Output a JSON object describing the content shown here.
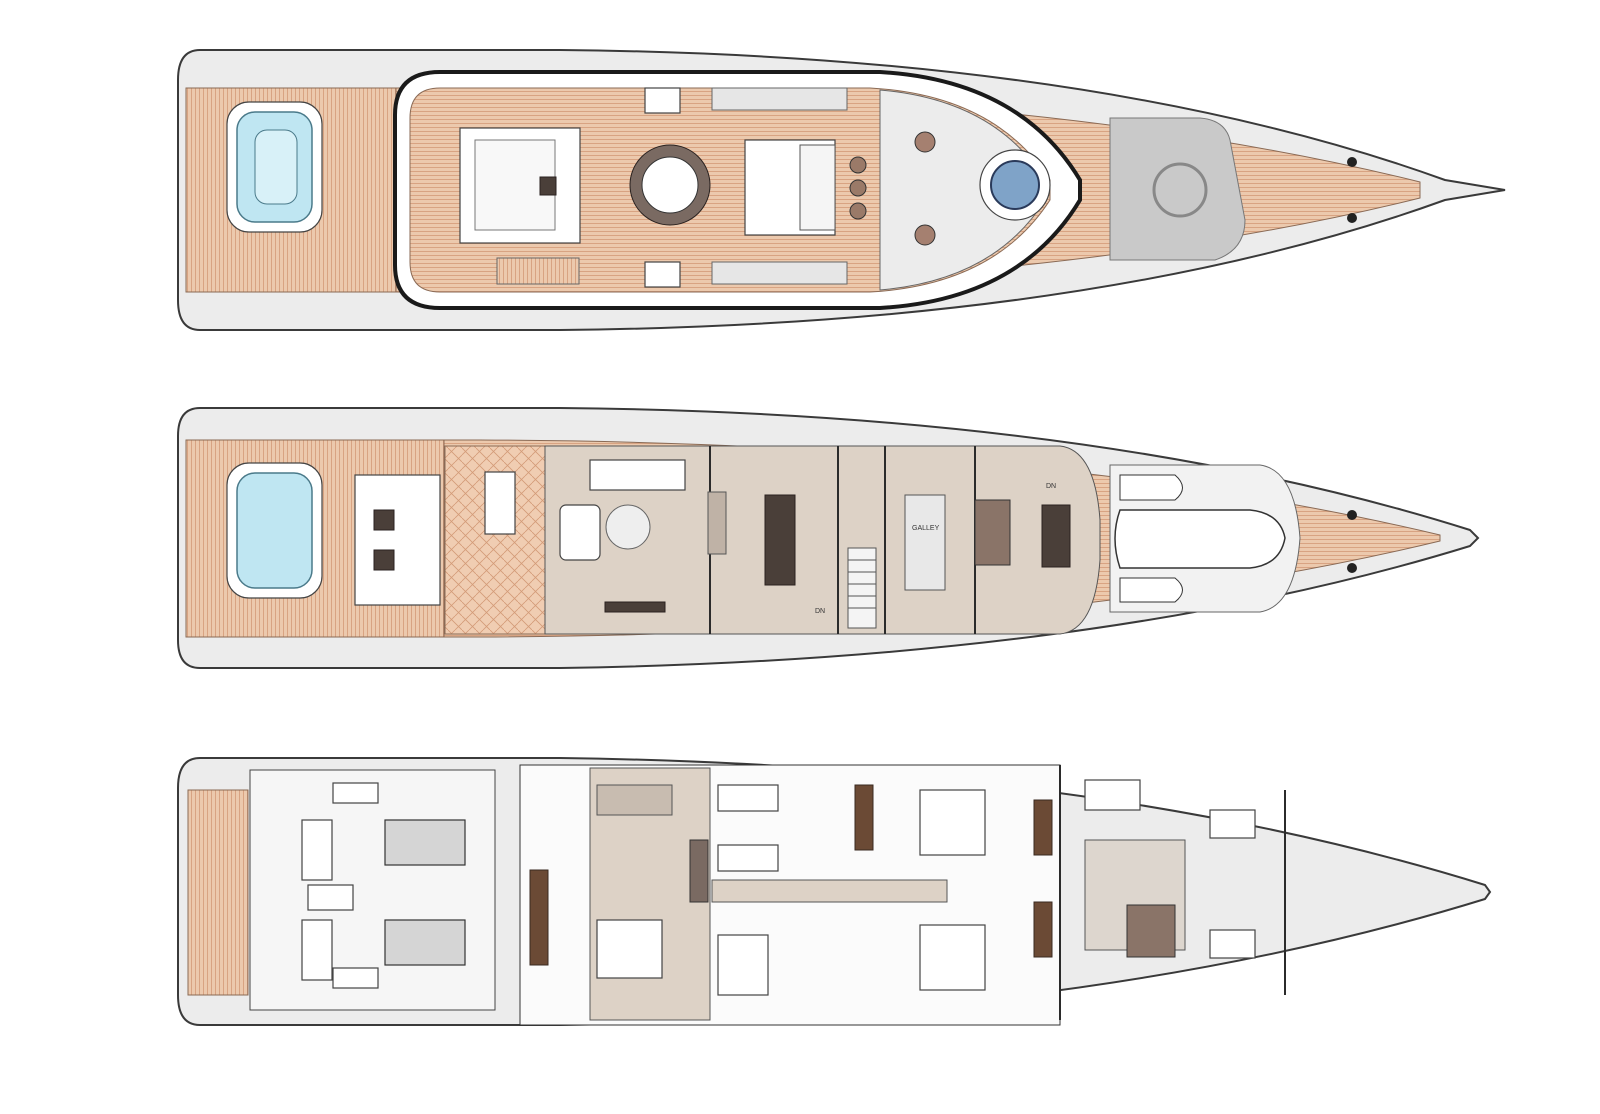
{
  "decks": [
    {
      "id": "sun-deck",
      "labels": []
    },
    {
      "id": "main-deck",
      "labels": {
        "galley": "GALLEY",
        "stairs_down_1": "DN",
        "stairs_down_2": "DN"
      }
    },
    {
      "id": "lower-deck",
      "labels": []
    }
  ],
  "colors": {
    "teak": "#e9c3a6",
    "teak_line": "#d49a78",
    "interior_floor": "#ddd2c6",
    "pool_water": "#bfe6f2",
    "hull_outline": "#3a3a3a",
    "dark_furniture": "#4a3f39"
  }
}
